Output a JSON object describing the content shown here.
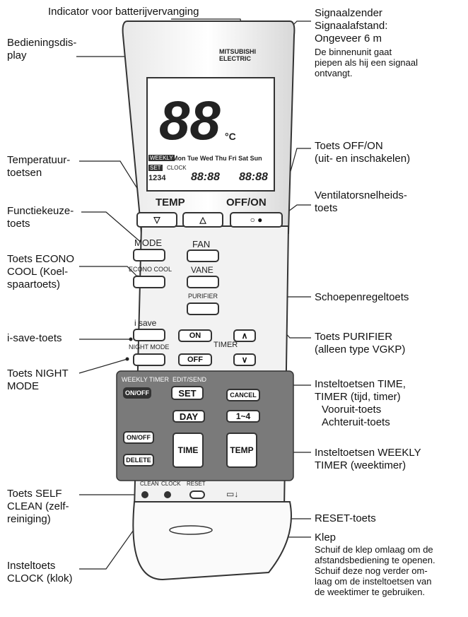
{
  "callouts": {
    "battery_indicator": "Indicator voor batterijvervanging",
    "display": "Bedieningsdis-\nplay",
    "transmitter": "Signaalzender\nSignaalafstand:\nOngeveer 6 m",
    "transmitter_note": "De binnenunit gaat\npiepen als hij een signaal\nontvangt.",
    "temp_buttons": "Temperatuur-\ntoetsen",
    "off_on": "Toets OFF/ON\n(uit- en inschakelen)",
    "fan_speed": "Ventilatorsnelheids-\ntoets",
    "function": "Functiekeuze-\ntoets",
    "econo_cool": "Toets ECONO\nCOOL (Koel-\nspaartoets)",
    "vane": "Schoepenregeltoets",
    "isave": "i-save-toets",
    "purifier": "Toets PURIFIER\n(alleen type VGKP)",
    "night_mode": "Toets NIGHT\nMODE",
    "time_timer": "Insteltoetsen TIME,\nTIMER (tijd, timer)",
    "forward": "Vooruit-toets",
    "backward": "Achteruit-toets",
    "weekly_timer": "Insteltoetsen WEEKLY\nTIMER (weektimer)",
    "self_clean": "Toets SELF\nCLEAN (zelf-\nreiniging)",
    "reset": "RESET-toets",
    "cover_title": "Klep",
    "cover_text": "Schuif de klep omlaag om de\nafstandsbediening te openen.\nSchuif deze nog verder om-\nlaag om de insteltoetsen van\nde weektimer te gebruiken.",
    "clock": "Insteltoets\nCLOCK (klok)"
  },
  "remote": {
    "brand": "MITSUBISHI\nELECTRIC",
    "display_digits": "88",
    "unit": "°C",
    "days": "Mon Tue Wed Thu Fri Sat Sun",
    "weekly_badge": "WEEKLY",
    "set_badge": "SET",
    "clock_label": "CLOCK",
    "program_numbers": "1234",
    "time_digits": "88:88",
    "timer_digits": "88:88",
    "temp_label": "TEMP",
    "offon_label": "OFF/ON",
    "mode": "MODE",
    "econo_cool": "ECONO COOL",
    "fan": "FAN",
    "vane": "VANE",
    "purifier": "PURIFIER",
    "isave": "i save",
    "night_mode": "NIGHT MODE",
    "on": "ON",
    "off": "OFF",
    "timer": "TIMER",
    "weekly_timer": "WEEKLY TIMER",
    "onoff": "ON/OFF",
    "edit_send": "EDIT/SEND",
    "set": "SET",
    "cancel": "CANCEL",
    "day": "DAY",
    "range": "1~4",
    "onoff2": "ON/OFF",
    "delete": "DELETE",
    "time": "TIME",
    "temp": "TEMP",
    "clean": "CLEAN",
    "clock": "CLOCK",
    "reset": "RESET"
  }
}
